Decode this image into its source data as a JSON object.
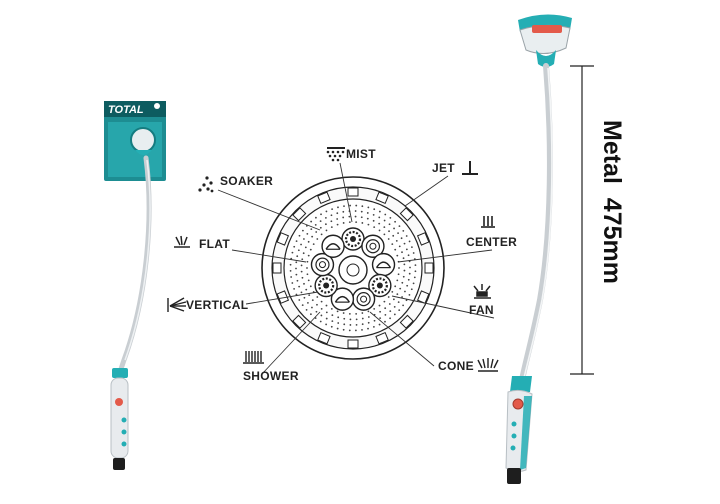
{
  "brand": {
    "name": "TOTAL"
  },
  "colors": {
    "teal": "#24aeb4",
    "teal_dark": "#157c80",
    "metal": "#c9ced2",
    "ink": "#222222",
    "orange": "#e8792e"
  },
  "spray_modes": [
    {
      "id": "mist",
      "label": "MIST",
      "icon": "mist-icon"
    },
    {
      "id": "jet",
      "label": "JET",
      "icon": "jet-icon"
    },
    {
      "id": "soaker",
      "label": "SOAKER",
      "icon": "soaker-icon"
    },
    {
      "id": "center",
      "label": "CENTER",
      "icon": "center-icon"
    },
    {
      "id": "flat",
      "label": "FLAT",
      "icon": "flat-icon"
    },
    {
      "id": "fan",
      "label": "FAN",
      "icon": "fan-icon"
    },
    {
      "id": "vertical",
      "label": "VERTICAL",
      "icon": "vertical-icon"
    },
    {
      "id": "cone",
      "label": "CONE",
      "icon": "cone-icon"
    },
    {
      "id": "shower",
      "label": "SHOWER",
      "icon": "shower-icon"
    }
  ],
  "dimension": {
    "label": "Metal  475mm"
  }
}
